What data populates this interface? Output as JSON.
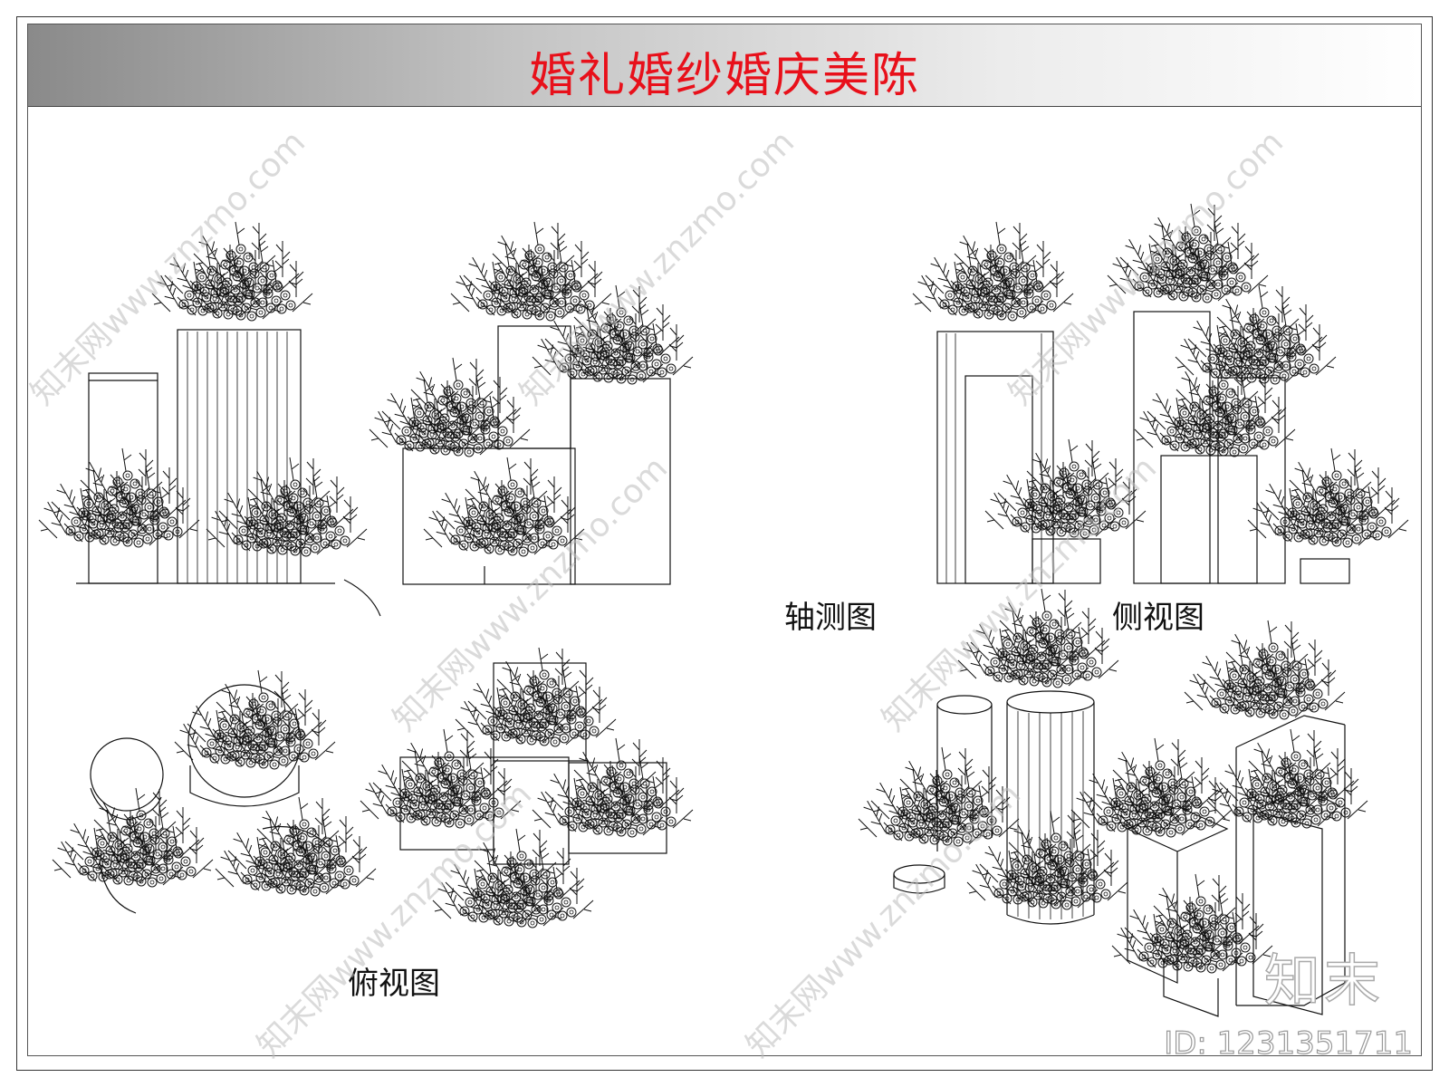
{
  "title": "婚礼婚纱婚庆美陈",
  "views": {
    "axonometric": "轴测图",
    "side": "侧视图",
    "top": "俯视图"
  },
  "watermark": {
    "text": "知末网www.znzmo.com",
    "brand": "知末",
    "id": "ID: 1231351711"
  },
  "colors": {
    "title": "#e8101a",
    "line": "#111111",
    "watermark": "#bdbdbd"
  }
}
